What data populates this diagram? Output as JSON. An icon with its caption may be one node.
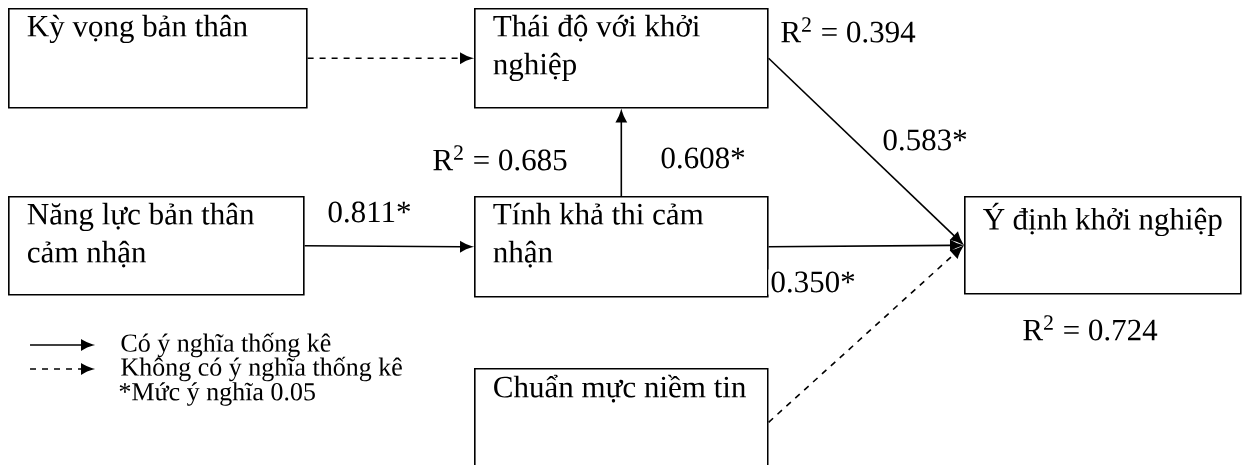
{
  "diagram": {
    "nodes": [
      {
        "text": [
          "Kỳ vọng bản thân"
        ]
      },
      {
        "text": [
          "Thái độ với khởi nghiệp"
        ]
      },
      {
        "text": [
          "Năng lực bản thân cảm nhận"
        ]
      },
      {
        "text": [
          "Tính khả thi cảm nhận"
        ]
      },
      {
        "text": [
          "Ý định khởi nghiệp"
        ]
      },
      {
        "text": [
          "Chuẩn mực niềm tin"
        ]
      }
    ],
    "edges": [
      {
        "from": 0,
        "to": 1,
        "arrow": "to",
        "style": "dashed"
      },
      {
        "from": 3,
        "to": 1,
        "arrow": "to",
        "label": "0.608*"
      },
      {
        "from": 2,
        "to": 3,
        "arrow": "to",
        "label": "0.811*"
      },
      {
        "from": 1,
        "to": 4,
        "arrow": "to",
        "label": "0.583*"
      },
      {
        "from": 3,
        "to": 4,
        "arrow": "to",
        "label": "0.350*"
      },
      {
        "from": 5,
        "to": 4,
        "arrow": "to",
        "style": "dashed"
      }
    ],
    "labels": [
      "R$^{2}$ = 0.394",
      "R$^{2}$ = 0.685",
      "R$^{2}$ = 0.724",
      "*Mức ý nghĩa 0.05"
    ],
    "legend": [
      {
        "text": "Có ý nghĩa thống kê"
      },
      {
        "text": "Không có ý nghĩa thống kê"
      }
    ]
  }
}
